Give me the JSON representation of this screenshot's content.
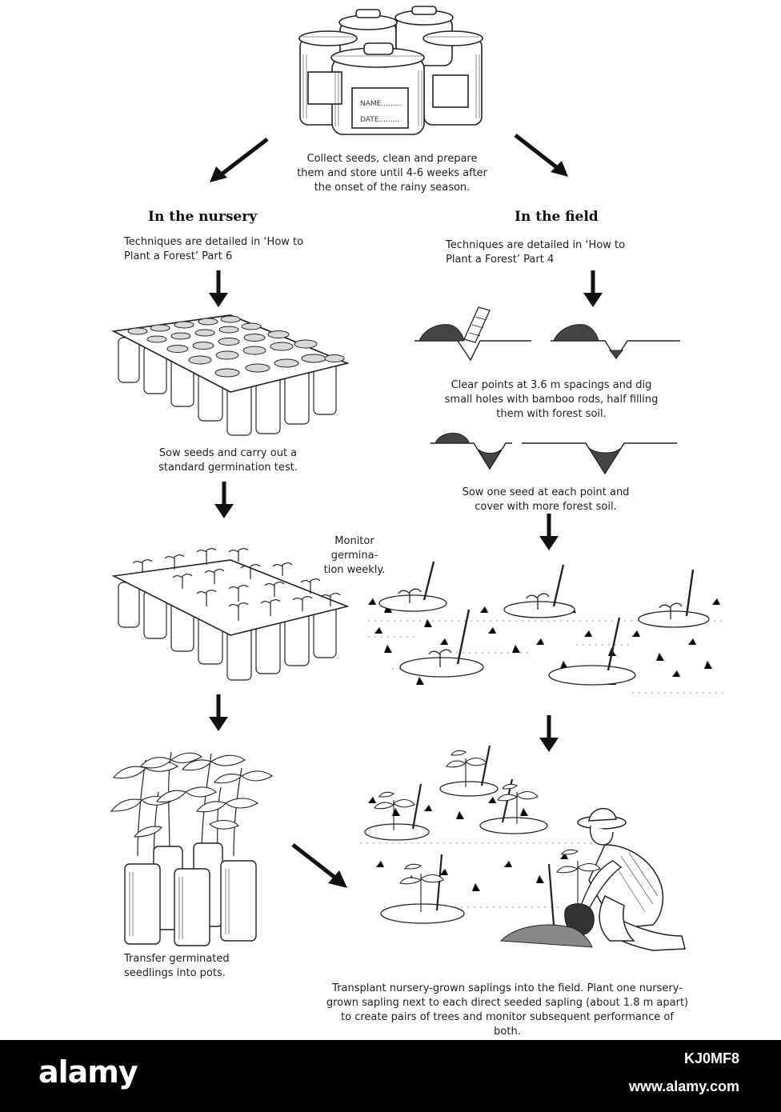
{
  "headings": {
    "nursery": "In the nursery",
    "field": "In the field"
  },
  "captions": {
    "collect": "Collect seeds, clean and prepare\nthem and store until 4-6 weeks after\nthe onset of the rainy season.",
    "nursery_ref": "Techniques are detailed in ‘How to\nPlant a Forest’ Part 6",
    "field_ref": "Techniques are detailed in ‘How to\nPlant a Forest’ Part 4",
    "sow_nursery": "Sow seeds and carry out a\nstandard germination test.",
    "clear_points": "Clear points at 3.6 m spacings and dig\nsmall holes with bamboo rods, half filling\nthem with forest soil.",
    "sow_field": "Sow one seed at each point and\ncover with more forest soil.",
    "monitor": "Monitor germina-\ntion weekly.",
    "transfer": "Transfer germinated\nseedlings into pots.",
    "transplant": "Transplant nursery-grown saplings into the field. Plant one nursery-\ngrown sapling next to each direct seeded sapling (about 1.8 m apart)\nto create pairs of trees and monitor subsequent performance of\nboth."
  },
  "jar_labels": {
    "name": "NAME.........",
    "date": "DATE........."
  },
  "watermark": {
    "brand": "alamy",
    "image_id": "KJ0MF8",
    "url": "www.alamy.com"
  },
  "icons": [
    "seed-jars-illustration",
    "seed-tray-illustration",
    "sprouting-tray-illustration",
    "potted-seedlings-illustration",
    "planting-hole-illustration",
    "field-seedlings-illustration",
    "farmer-planting-illustration",
    "arrow-icon"
  ],
  "colors": {
    "ink": "#1a1a1a",
    "footer": "#000000",
    "footer_text": "#ffffff"
  }
}
